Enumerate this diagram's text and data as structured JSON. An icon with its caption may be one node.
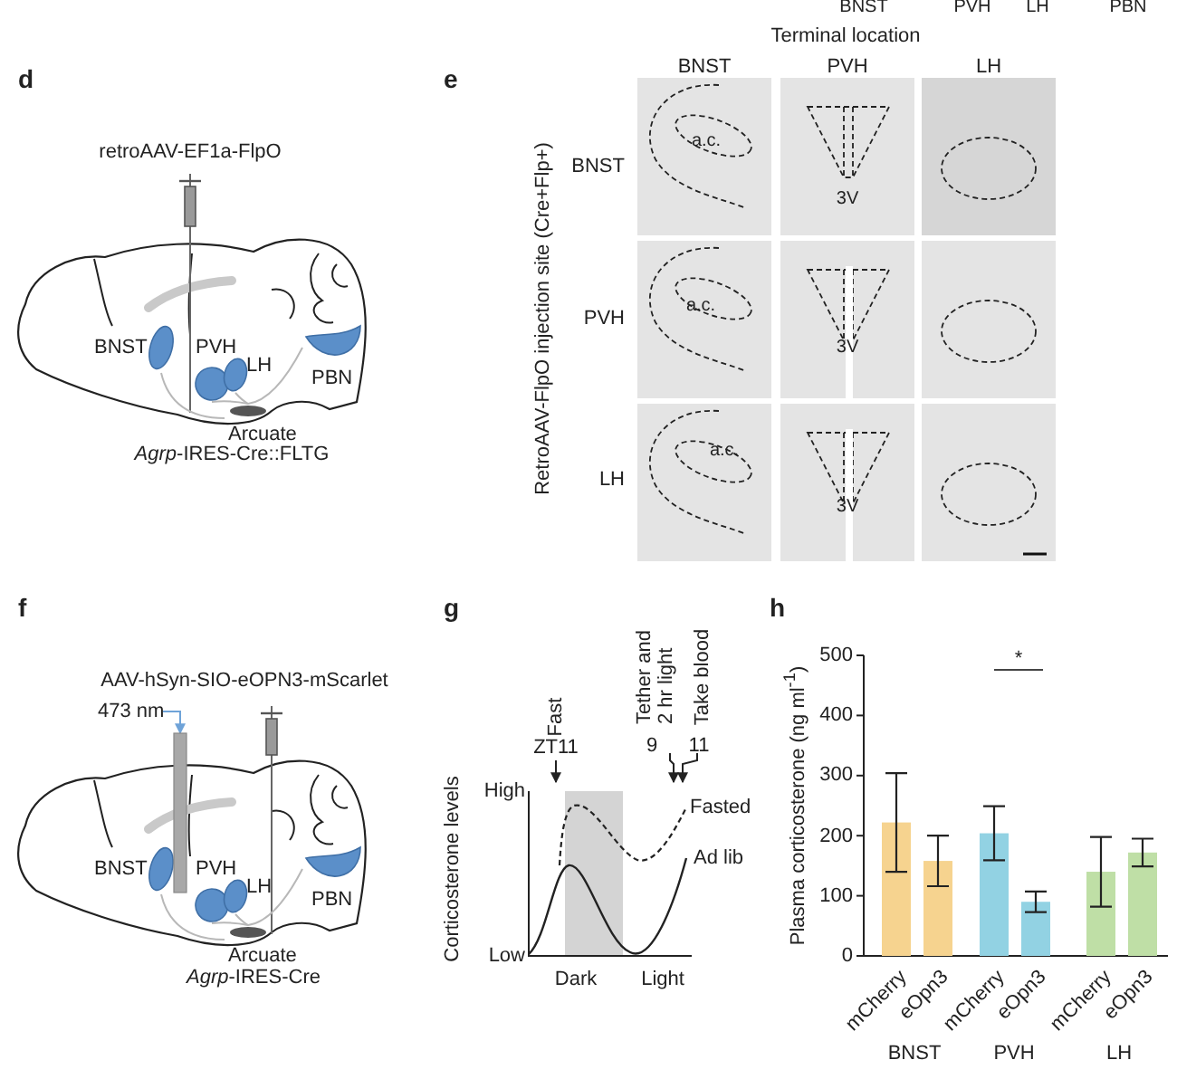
{
  "diagram": {
    "nodes": [
      {
        "text": [
          "BNST"
        ]
      },
      {
        "text": [
          "PVH"
        ]
      },
      {
        "text": [
          "LH"
        ]
      },
      {
        "text": [
          "PBN"
        ]
      },
      {
        "text": [
          "Arcuate"
        ]
      },
      {
        "text": [
          "BNST"
        ]
      },
      {
        "text": [
          "PVH"
        ]
      },
      {
        "text": [
          "LH"
        ]
      },
      {
        "text": [
          "PBN"
        ]
      },
      {
        "text": [
          "Arcuate"
        ]
      },
      {
        "text": [
          "473 nm"
        ]
      },
      {
        "text": [],
        "shape": "bar"
      }
    ],
    "edges": [
      {
        "from": 4,
        "to": 0,
        "arrow": "none"
      },
      {
        "from": 4,
        "to": 1,
        "arrow": "none"
      },
      {
        "from": 4,
        "to": 2,
        "arrow": "none"
      },
      {
        "from": 4,
        "to": 3,
        "arrow": "none"
      },
      {
        "from": 9,
        "to": 5,
        "arrow": "none"
      },
      {
        "from": 9,
        "to": 6,
        "arrow": "none"
      },
      {
        "from": 9,
        "to": 7,
        "arrow": "none"
      },
      {
        "from": 9,
        "to": 8,
        "arrow": "none"
      },
      {
        "from": 10,
        "to": 11,
        "arrow": "to",
        "color": "#6fa3d8"
      }
    ],
    "labels": [
      "BNST",
      "PVH",
      "LH",
      "PBN",
      "d",
      "e",
      "Terminal location",
      "BNST",
      "PVH",
      "LH",
      "RetroAAV-FlpO injection site (Cre+Flp+)",
      "BNST",
      "PVH",
      "LH",
      "a.c.",
      "3V",
      "a.c.",
      "3V",
      "a.c.",
      "3V",
      "retroAAV-EF1a-FlpO",
      "*Agrp*-IRES-Cre::FLTG",
      "f",
      "AAV-hSyn-SIO-eOPN3-mScarlet",
      "*Agrp*-IRES-Cre",
      "g",
      "Fast",
      "ZT11",
      "Tether and 2 hr light",
      "Take blood",
      "9",
      "11",
      "High",
      "Low",
      "Corticosterone levels",
      "Fasted",
      "Ad lib",
      "Dark",
      "Light",
      "h",
      "BNST",
      "PVH",
      "LH"
    ],
    "chart_data": {
      "type": "bar",
      "ylabel": "Plasma corticosterone (ng ml$^{-1}$)",
      "categories": [
        "mCherry",
        "eOpn3",
        "mCherry",
        "eOpn3",
        "mCherry",
        "eOpn3"
      ],
      "series": [
        {
          "color": "#f6d38f",
          "values": [
            222,
            158,
            null,
            null,
            null,
            null
          ],
          "errors": [
            82,
            42,
            null,
            null,
            null,
            null
          ]
        },
        {
          "color": "#92d2e3",
          "values": [
            null,
            null,
            204,
            90,
            null,
            null
          ],
          "errors": [
            null,
            null,
            45,
            17,
            null,
            null
          ]
        },
        {
          "color": "#bfdfa6",
          "values": [
            null,
            null,
            null,
            null,
            140,
            172
          ],
          "errors": [
            null,
            null,
            null,
            null,
            58,
            23
          ]
        }
      ],
      "ylim": [
        0,
        500
      ],
      "yticks": [
        0,
        100,
        200,
        300,
        400,
        500
      ],
      "annotations": [
        "*"
      ]
    }
  }
}
